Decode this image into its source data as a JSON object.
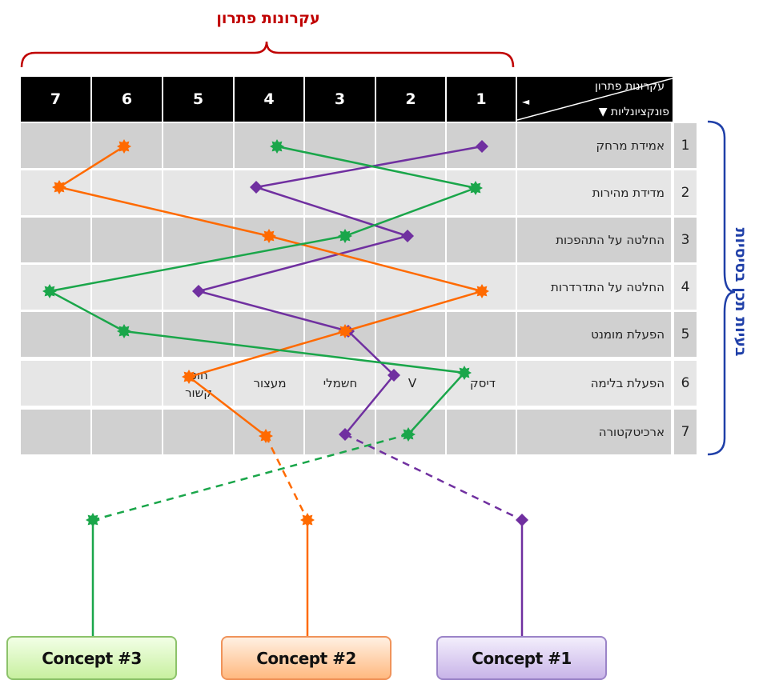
{
  "title": "עקרונות פתרון",
  "side_title": "בעיות תכן בסיסיות",
  "header": {
    "corner_top": "עקרונות פתרון",
    "corner_top_arrow": "◄",
    "corner_bottom": "פונקציונליות ▼",
    "columns": [
      "1",
      "2",
      "3",
      "4",
      "5",
      "6",
      "7"
    ]
  },
  "rows": [
    {
      "num": "1",
      "name": "אמידת מרחק"
    },
    {
      "num": "2",
      "name": "מדידת מהירות"
    },
    {
      "num": "3",
      "name": "החלטה על התהפכות"
    },
    {
      "num": "4",
      "name": "החלטה על התדרדרות"
    },
    {
      "num": "5",
      "name": "הפעלת מומנט"
    },
    {
      "num": "6",
      "name": "הפעלת בלימה"
    },
    {
      "num": "7",
      "name": "ארכיטקטורה"
    }
  ],
  "row6_labels": {
    "c1": "דיסק",
    "c2": "V",
    "c3": "חשמלי",
    "c4": "מעצור",
    "c5_line1": "חוט",
    "c5_line2": "קשור"
  },
  "concepts": [
    {
      "label": "Concept #3",
      "color": "#1aa64a",
      "fill_top": "#f2ffe6",
      "fill_bottom": "#c8f0a0",
      "border": "#8cc26a"
    },
    {
      "label": "Concept #2",
      "color": "#ff6a00",
      "fill_top": "#fff0e2",
      "fill_bottom": "#ffb980",
      "border": "#f0935a"
    },
    {
      "label": "Concept #1",
      "color": "#7030a0",
      "fill_top": "#f3eefc",
      "fill_bottom": "#c8b4e8",
      "border": "#9b84c8"
    }
  ],
  "paths": {
    "concept1_purple": {
      "color": "#7030a0",
      "marker": "diamond",
      "choices": [
        1,
        4,
        2,
        5,
        3,
        2,
        3
      ]
    },
    "concept2_orange": {
      "color": "#ff6a00",
      "marker": "star",
      "choices": [
        6,
        7,
        4,
        1,
        3,
        5,
        4
      ]
    },
    "concept3_green": {
      "color": "#1aa64a",
      "marker": "diamond-star",
      "choices": [
        4,
        1,
        3,
        7,
        6,
        1,
        2
      ]
    }
  },
  "colors": {
    "header_bg": "#000000",
    "row_dark": "#d0d0d0",
    "row_light": "#e6e6e6",
    "title_red": "#c00000",
    "side_blue": "#1f3fa8"
  }
}
